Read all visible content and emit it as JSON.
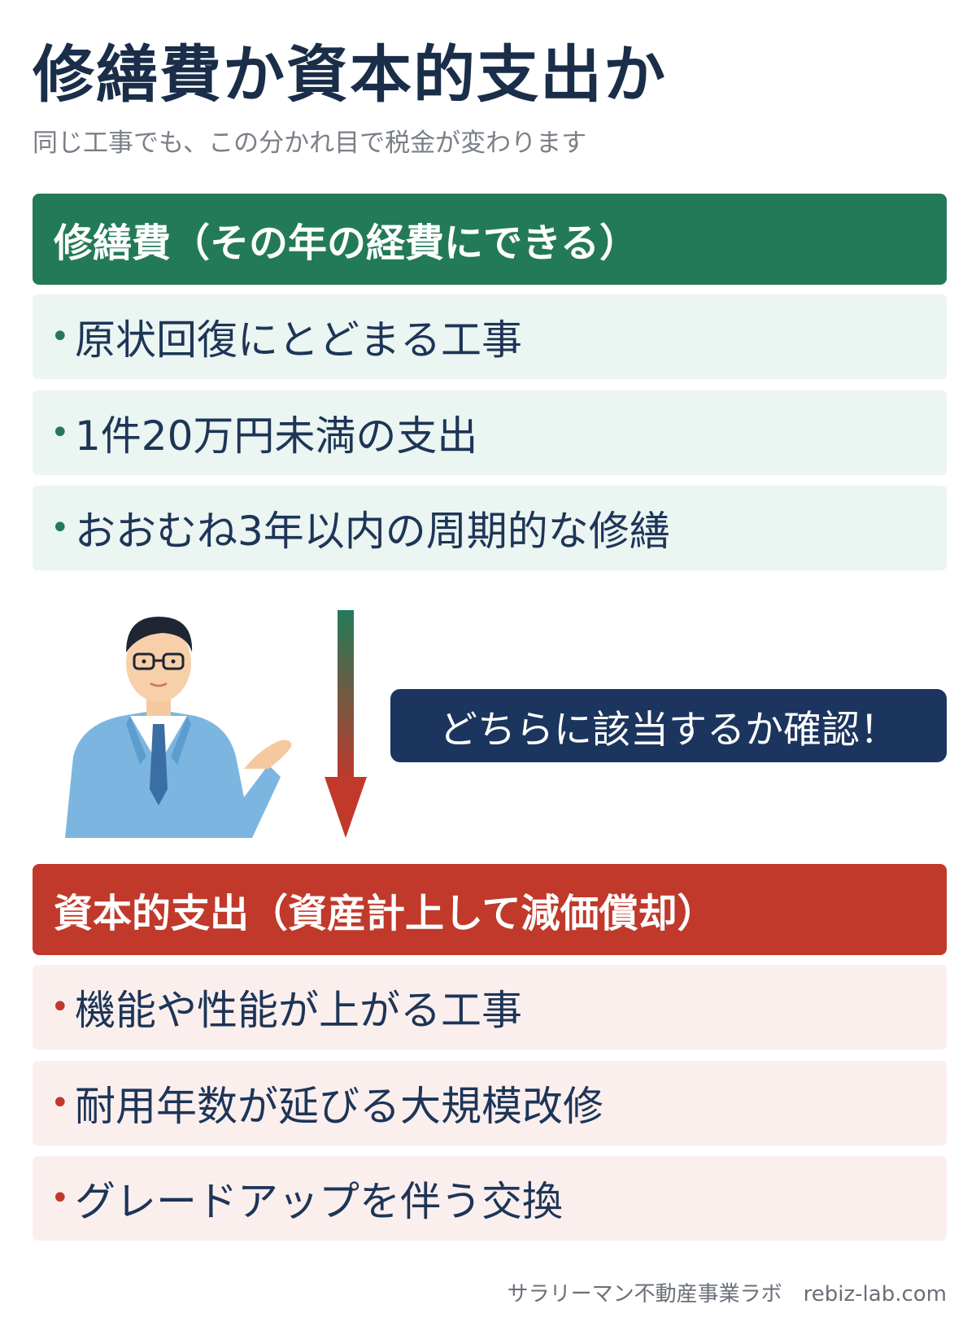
{
  "title": "修繕費か資本的支出か",
  "subtitle": "同じ工事でも、この分かれ目で税金が変わります",
  "repair": {
    "header": "修繕費（その年の経費にできる）",
    "items": [
      "原状回復にとどまる工事",
      "1件20万円未満の支出",
      "おおむね3年以内の周期的な修繕"
    ]
  },
  "callout": "どちらに該当するか確認！",
  "capital": {
    "header": "資本的支出（資産計上して減価償却）",
    "items": [
      "機能や性能が上がる工事",
      "耐用年数が延びる大規模改修",
      "グレードアップを伴う交換"
    ]
  },
  "bullet_char": "•",
  "footer": {
    "brand": "サラリーマン不動産事業ラボ",
    "site": "rebiz-lab.com"
  },
  "colors": {
    "green": "#237a58",
    "red": "#c0392b",
    "navy": "#1c355e"
  }
}
